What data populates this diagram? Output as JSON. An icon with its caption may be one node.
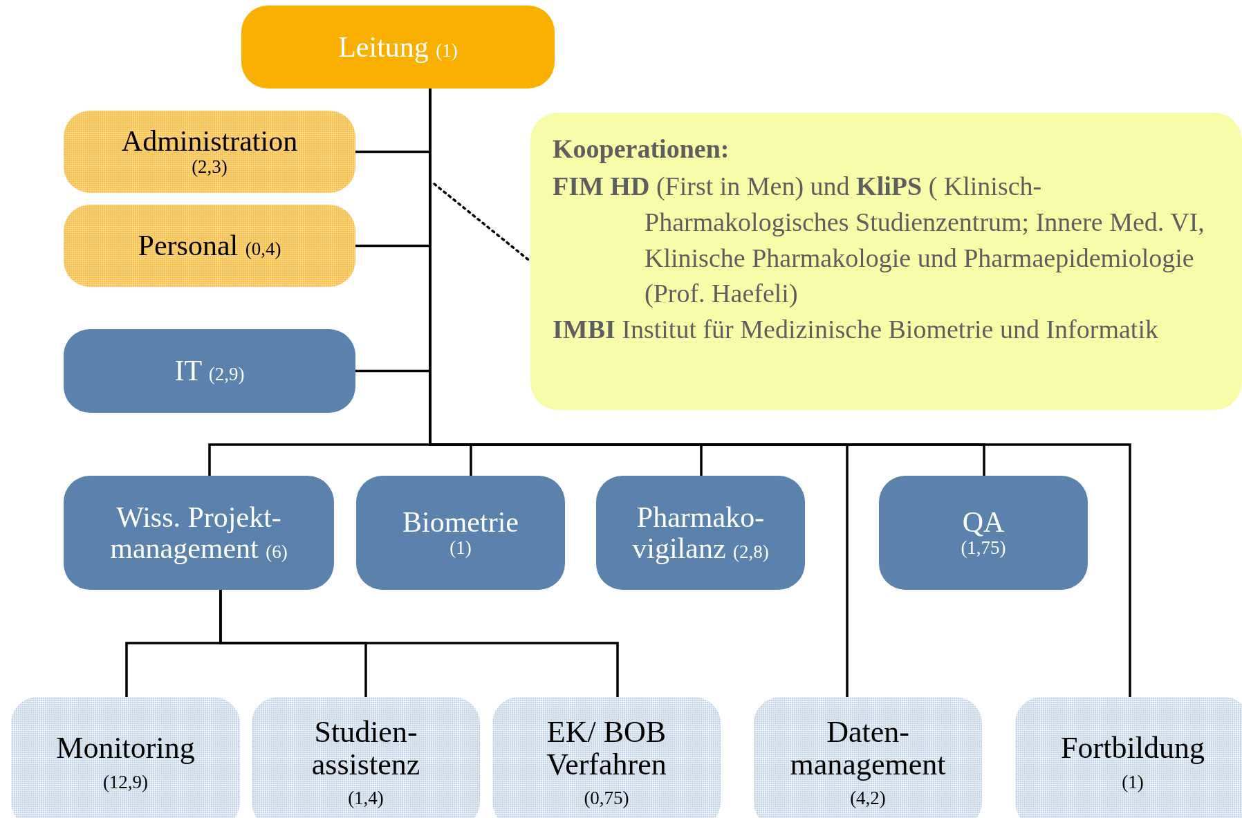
{
  "diagram": {
    "nodes": [
      {
        "text": [
          "Leitung",
          "(1)"
        ]
      },
      {
        "text": [
          "Administration",
          "(2,3)"
        ]
      },
      {
        "text": [
          "Personal",
          "(0,4)"
        ]
      },
      {
        "text": [
          "IT",
          "(2,9)"
        ]
      },
      {
        "text": [
          "Kooperationen:",
          "**FIM HD** (First in Men)  und **KliPS** ( Klinisch-Pharmakologisches Studienzentrum; Innere Med. VI, Klinische Pharmakologie und Pharmaepidemiologie (Prof. Haefeli)",
          "**IMBI**  Institut für Medizinische Biometrie und Informatik"
        ]
      },
      {
        "text": [
          "Wiss. Projekt-management",
          "(6)"
        ]
      },
      {
        "text": [
          "Biometrie",
          "(1)"
        ]
      },
      {
        "text": [
          "Pharmako-vigilanz",
          "(2,8)"
        ]
      },
      {
        "text": [
          "QA",
          "(1,75)"
        ]
      },
      {
        "text": [
          "Monitoring",
          "(12,9)"
        ]
      },
      {
        "text": [
          "Studien-assistenz",
          "(1,4)"
        ]
      },
      {
        "text": [
          "EK/ BOB Verfahren",
          "(0,75)"
        ]
      },
      {
        "text": [
          "Daten-management",
          "(4,2)"
        ]
      },
      {
        "text": [
          "Fortbildung",
          "(1)"
        ]
      }
    ],
    "edges": [
      {
        "from": 0,
        "to": 1,
        "arrow": "none"
      },
      {
        "from": 0,
        "to": 2,
        "arrow": "none"
      },
      {
        "from": 0,
        "to": 3,
        "arrow": "none"
      },
      {
        "from": null,
        "to": 4,
        "arrow": "none",
        "style": "dashed"
      },
      {
        "from": 0,
        "to": 5,
        "arrow": "none"
      },
      {
        "from": 0,
        "to": 6,
        "arrow": "none"
      },
      {
        "from": 0,
        "to": 7,
        "arrow": "none"
      },
      {
        "from": 0,
        "to": 12,
        "arrow": "none"
      },
      {
        "from": 0,
        "to": 8,
        "arrow": "none"
      },
      {
        "from": 0,
        "to": 13,
        "arrow": "none"
      },
      {
        "from": 5,
        "to": 9,
        "arrow": "none"
      },
      {
        "from": 5,
        "to": 10,
        "arrow": "none"
      },
      {
        "from": 5,
        "to": 11,
        "arrow": "none"
      }
    ]
  }
}
